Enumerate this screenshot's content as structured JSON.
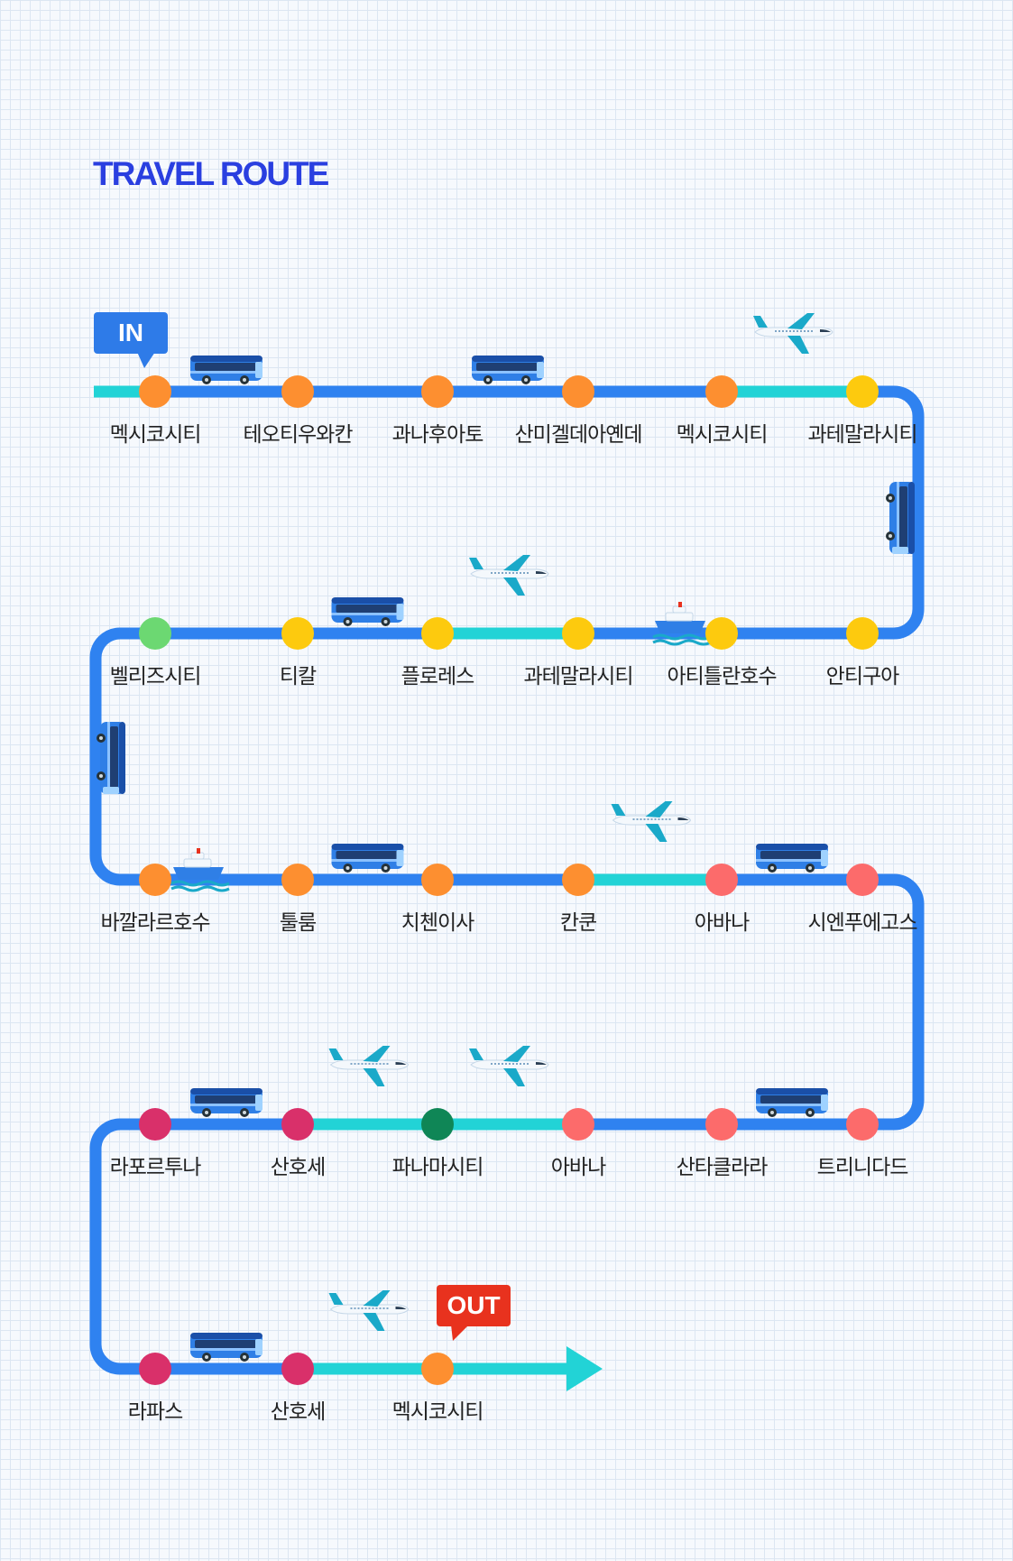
{
  "title": "TRAVEL ROUTE",
  "tags": {
    "in": "IN",
    "out": "OUT"
  },
  "colors": {
    "title": "#2a3fe0",
    "line_main": "#2f82f0",
    "line_air": "#22d3d6",
    "orange": "#fd8f30",
    "yellow": "#fdca0e",
    "green": "#6cd872",
    "salmon": "#fc6b6b",
    "crimson": "#d9306a",
    "dark_green": "#0f8656",
    "in_tag": "#2e7be8",
    "out_tag": "#e8321e"
  },
  "rows": [
    {
      "direction": "right",
      "stops": [
        {
          "name": "멕시코시티",
          "color": "orange"
        },
        {
          "name": "테오티우와칸",
          "color": "orange"
        },
        {
          "name": "과나후아토",
          "color": "orange"
        },
        {
          "name": "산미겔데아옌데",
          "color": "orange"
        },
        {
          "name": "멕시코시티",
          "color": "orange"
        },
        {
          "name": "과테말라시티",
          "color": "yellow"
        }
      ]
    },
    {
      "direction": "left",
      "stops": [
        {
          "name": "벨리즈시티",
          "color": "green"
        },
        {
          "name": "티칼",
          "color": "yellow"
        },
        {
          "name": "플로레스",
          "color": "yellow"
        },
        {
          "name": "과테말라시티",
          "color": "yellow"
        },
        {
          "name": "아티틀란호수",
          "color": "yellow"
        },
        {
          "name": "안티구아",
          "color": "yellow"
        }
      ]
    },
    {
      "direction": "right",
      "stops": [
        {
          "name": "바깔라르호수",
          "color": "orange"
        },
        {
          "name": "툴룸",
          "color": "orange"
        },
        {
          "name": "치첸이사",
          "color": "orange"
        },
        {
          "name": "칸쿤",
          "color": "orange"
        },
        {
          "name": "아바나",
          "color": "salmon"
        },
        {
          "name": "시엔푸에고스",
          "color": "salmon"
        }
      ]
    },
    {
      "direction": "left",
      "stops": [
        {
          "name": "라포르투나",
          "color": "crimson"
        },
        {
          "name": "산호세",
          "color": "crimson"
        },
        {
          "name": "파나마시티",
          "color": "dark_green"
        },
        {
          "name": "아바나",
          "color": "salmon"
        },
        {
          "name": "산타클라라",
          "color": "salmon"
        },
        {
          "name": "트리니다드",
          "color": "salmon"
        }
      ]
    },
    {
      "direction": "right",
      "stops": [
        {
          "name": "라파스",
          "color": "crimson"
        },
        {
          "name": "산호세",
          "color": "crimson"
        },
        {
          "name": "멕시코시티",
          "color": "orange"
        }
      ]
    }
  ],
  "segments": [
    {
      "row": 0,
      "from": 4,
      "to": 5,
      "mode": "flight"
    },
    {
      "row": 1,
      "from": 2,
      "to": 3,
      "mode": "flight"
    },
    {
      "row": 2,
      "from": 3,
      "to": 4,
      "mode": "flight"
    },
    {
      "row": 3,
      "from": 1,
      "to": 2,
      "mode": "flight"
    },
    {
      "row": 3,
      "from": 2,
      "to": 3,
      "mode": "flight"
    },
    {
      "row": 4,
      "from": 1,
      "to": 2,
      "mode": "flight"
    }
  ],
  "transport_icons": [
    {
      "type": "bus",
      "row": 0,
      "between": [
        0,
        1
      ]
    },
    {
      "type": "bus",
      "row": 0,
      "between": [
        2,
        3
      ]
    },
    {
      "type": "plane",
      "row": 0,
      "between": [
        4,
        5
      ]
    },
    {
      "type": "bus",
      "row": 1,
      "between": [
        1,
        2
      ]
    },
    {
      "type": "plane",
      "row": 1,
      "between": [
        2,
        3
      ]
    },
    {
      "type": "ship",
      "row": 1,
      "between": [
        3,
        4
      ]
    },
    {
      "type": "ship",
      "row": 2,
      "between": [
        0,
        1
      ]
    },
    {
      "type": "bus",
      "row": 2,
      "between": [
        1,
        2
      ]
    },
    {
      "type": "plane",
      "row": 2,
      "between": [
        3,
        4
      ]
    },
    {
      "type": "bus",
      "row": 2,
      "between": [
        4,
        5
      ]
    },
    {
      "type": "bus",
      "row": 3,
      "between": [
        0,
        1
      ]
    },
    {
      "type": "plane",
      "row": 3,
      "between": [
        1,
        2
      ]
    },
    {
      "type": "plane",
      "row": 3,
      "between": [
        2,
        3
      ]
    },
    {
      "type": "bus",
      "row": 3,
      "between": [
        4,
        5
      ]
    },
    {
      "type": "bus",
      "row": 4,
      "between": [
        0,
        1
      ]
    },
    {
      "type": "plane",
      "row": 4,
      "between": [
        1,
        2
      ]
    },
    {
      "type": "bus-vertical",
      "connector": "row0-row1"
    },
    {
      "type": "bus-vertical",
      "connector": "row1-row2"
    }
  ]
}
